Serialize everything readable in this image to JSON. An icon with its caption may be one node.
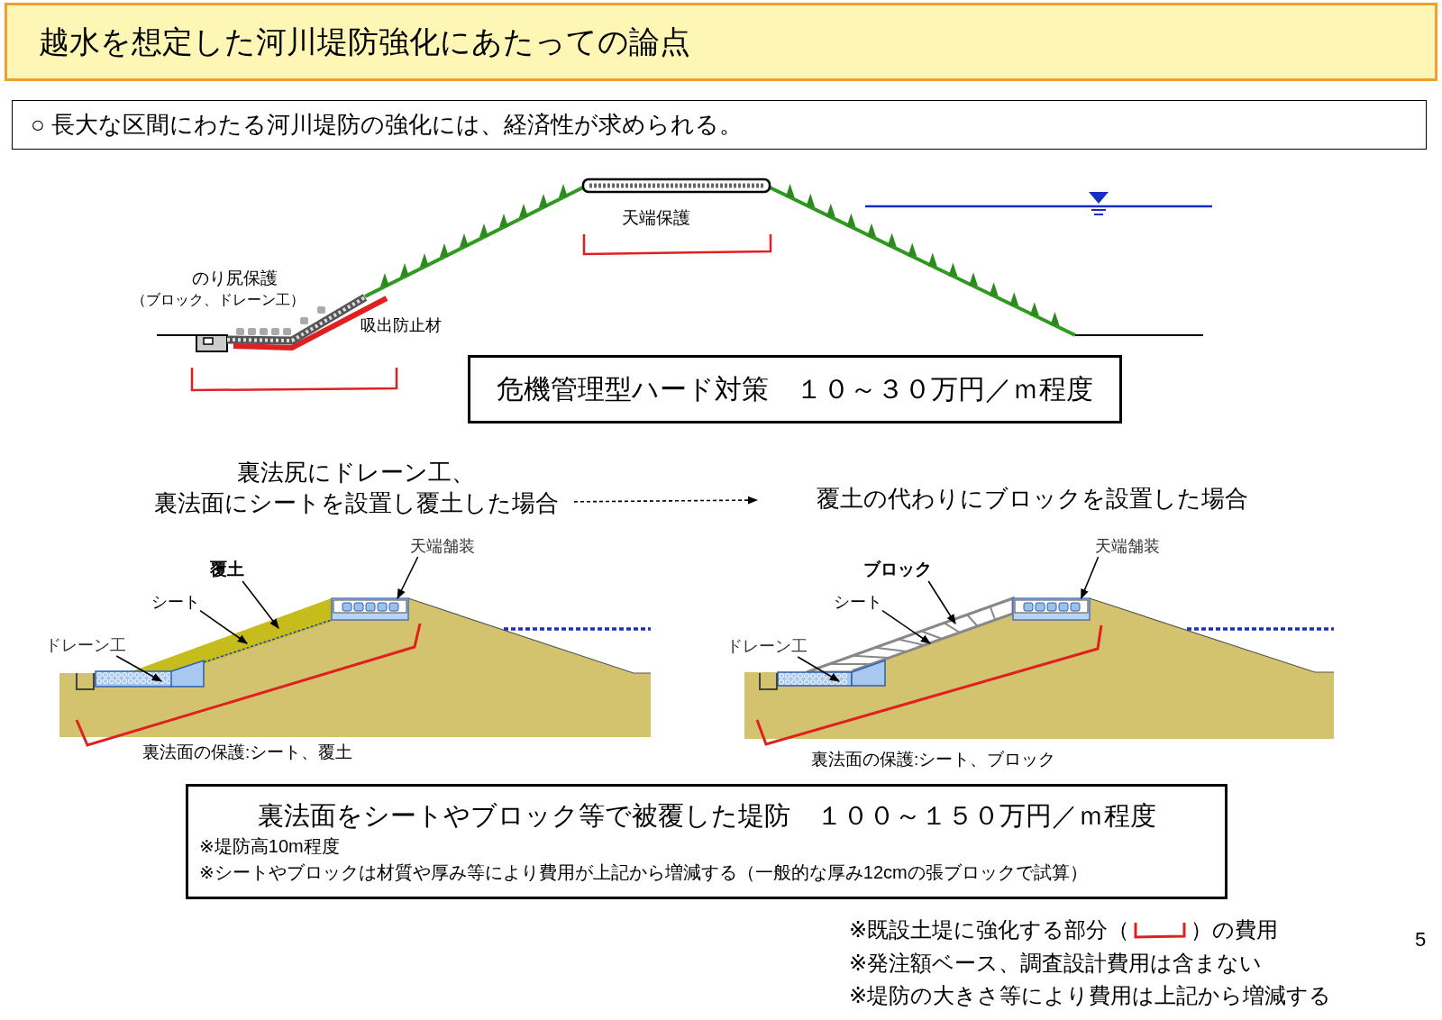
{
  "diagram": {
    "nodes": [
      {
        "text": [
          "越水を想定した河川堤防強化にあたっての論点"
        ]
      },
      {
        "text": [
          "○ 長大な区間にわたる河川堤防の強化には、経済性が求められる。"
        ]
      },
      {
        "text": [
          "危機管理型ハード対策　１０～３０万円／ｍ程度"
        ]
      },
      {
        "text": [
          "裏法尻にドレーン工、裏法面にシートを設置し覆土した場合"
        ]
      },
      {
        "text": [
          "覆土の代わりにブロックを設置した場合"
        ]
      },
      {
        "text": [
          "裏法面をシートやブロック等で被覆した堤防　１００～１５０万円／ｍ程度",
          "※堤防高10m程度",
          "※シートやブロックは材質や厚み等により費用が上記から増減する（一般的な厚み12cmの張ブロックで試算）"
        ]
      },
      {
        "text": [
          "天端舗装"
        ]
      },
      {
        "text": [
          "覆土"
        ]
      },
      {
        "text": [
          "シート"
        ]
      },
      {
        "text": [
          "ドレーン工"
        ]
      },
      {
        "text": [
          "天端舗装"
        ]
      },
      {
        "text": [
          "ブロック"
        ]
      },
      {
        "text": [
          "シート"
        ]
      },
      {
        "text": [
          "ドレーン工"
        ]
      },
      {
        "text": [],
        "shape": "box"
      },
      {
        "text": [],
        "shape": "box"
      }
    ],
    "edges": [
      {
        "from": 3,
        "to": 4,
        "arrow": "to",
        "style": "dashed"
      },
      {
        "from": 6,
        "to": 14,
        "arrow": "to"
      },
      {
        "from": 7,
        "to": null,
        "arrow": "to"
      },
      {
        "from": 8,
        "to": null,
        "arrow": "to"
      },
      {
        "from": 9,
        "to": null,
        "arrow": "to"
      },
      {
        "from": 10,
        "to": 15,
        "arrow": "to"
      },
      {
        "from": 11,
        "to": null,
        "arrow": "to"
      },
      {
        "from": 12,
        "to": null,
        "arrow": "to"
      },
      {
        "from": 13,
        "to": null,
        "arrow": "to"
      }
    ],
    "labels": [
      "天端保護",
      "のり尻保護",
      "（ブロック、ドレーン工）",
      "吸出防止材",
      "裏法面の保護:シート、覆土",
      "裏法面の保護:シート、ブロック",
      "※既設土堤に強化する部分（",
      "）の費用",
      "※発注額ベース、調査設計費用は含まない",
      "※堤防の大きさ等により費用は上記から増減する",
      "5"
    ]
  }
}
